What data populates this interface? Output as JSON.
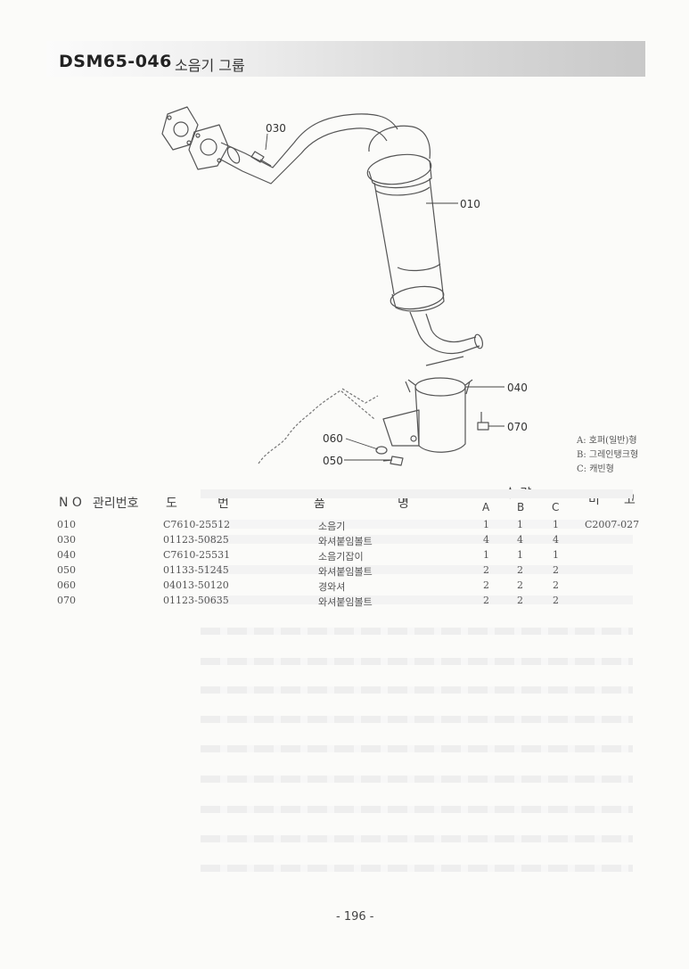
{
  "header": {
    "code": "DSM65-046",
    "title": "소음기 그룹"
  },
  "diagram": {
    "callouts": [
      "030",
      "010",
      "040",
      "070",
      "060",
      "050"
    ]
  },
  "legend": [
    "A: 호퍼(일반)형",
    "B: 그레인탱크형",
    "C: 캐빈형"
  ],
  "table": {
    "headers": {
      "no": "N O",
      "mgmt": "관리번호",
      "drawing_1": "도",
      "drawing_2": "번",
      "name_1": "품",
      "name_2": "명",
      "qty": "수  량",
      "remark_1": "비",
      "remark_2": "고"
    },
    "qty_cols": [
      "A",
      "B",
      "C"
    ],
    "rows": [
      {
        "no": "010",
        "drawing": "C7610-25512",
        "name": "소음기",
        "a": "1",
        "b": "1",
        "c": "1",
        "remark": "C2007-027"
      },
      {
        "no": "030",
        "drawing": "01123-50825",
        "name": "와셔붙임볼트",
        "a": "4",
        "b": "4",
        "c": "4",
        "remark": ""
      },
      {
        "no": "040",
        "drawing": "C7610-25531",
        "name": "소음기잡이",
        "a": "1",
        "b": "1",
        "c": "1",
        "remark": ""
      },
      {
        "no": "050",
        "drawing": "01133-51245",
        "name": "와셔붙임볼트",
        "a": "2",
        "b": "2",
        "c": "2",
        "remark": ""
      },
      {
        "no": "060",
        "drawing": "04013-50120",
        "name": "경와셔",
        "a": "2",
        "b": "2",
        "c": "2",
        "remark": ""
      },
      {
        "no": "070",
        "drawing": "01123-50635",
        "name": "와셔붙임볼트",
        "a": "2",
        "b": "2",
        "c": "2",
        "remark": ""
      }
    ]
  },
  "footer": {
    "page": "- 196 -"
  }
}
